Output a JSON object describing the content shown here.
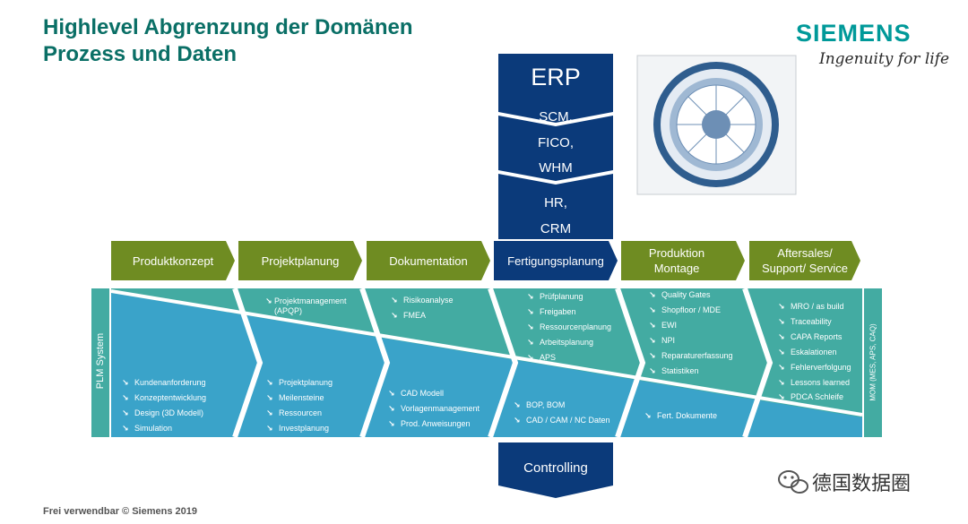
{
  "header": {
    "title_line1": "Highlevel Abgrenzung der Domänen",
    "title_line2": "Prozess und Daten"
  },
  "logo": {
    "name": "SIEMENS",
    "tagline": "Ingenuity for life"
  },
  "erp": {
    "title": "ERP",
    "items": [
      "SCM,",
      "FICO,",
      "WHM",
      "HR,",
      "CRM"
    ],
    "bottom": "Controlling"
  },
  "phases": [
    "Produktkonzept",
    "Projektplanung",
    "Dokumentation",
    "Fertigungsplanung",
    "Produktion\nMontage",
    "Aftersales/\nSupport/ Service"
  ],
  "plm": {
    "side_label": "PLM System"
  },
  "mom": {
    "side_label": "MOM (MES, APS, CAQ)"
  },
  "columns": [
    {
      "top": [],
      "bottom": [
        "Kundenanforderung",
        "Konzeptentwicklung",
        "Design (3D Modell)",
        "Simulation"
      ]
    },
    {
      "top": [
        "Projektmanagement",
        "(APQP)"
      ],
      "bottom": [
        "Projektplanung",
        "Meilensteine",
        "Ressourcen",
        "Investplanung"
      ]
    },
    {
      "top": [
        "Risikoanalyse",
        "FMEA"
      ],
      "bottom": [
        "CAD Modell",
        "Vorlagenmanagement",
        "Prod. Anweisungen"
      ]
    },
    {
      "top": [
        "Prüfplanung",
        "Freigaben",
        "Ressourcenplanung",
        "Arbeitsplanung",
        "APS"
      ],
      "bottom": [
        "BOP, BOM",
        "CAD / CAM / NC Daten"
      ]
    },
    {
      "top": [
        "Quality Gates",
        "Shopfloor / MDE",
        "EWI",
        "NPI",
        "Reparaturerfassung",
        "Statistiken"
      ],
      "bottom": [
        "Fert. Dokumente"
      ]
    },
    {
      "top": [
        "MRO / as build",
        "Traceability",
        "CAPA Reports",
        "Eskalationen",
        "Fehlerverfolgung",
        "Lessons learned",
        "PDCA Schleife"
      ],
      "bottom": []
    }
  ],
  "footer": {
    "copyright": "Frei verwendbar © Siemens 2019"
  },
  "watermark": {
    "text": "德国数据圈"
  },
  "colors": {
    "green": "#6f8c22",
    "navy": "#0b3a7a",
    "teal": "#43aba2",
    "blue": "#3aa3c9",
    "title": "#0a6f66"
  }
}
